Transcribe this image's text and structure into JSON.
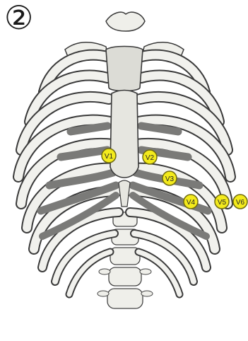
{
  "figure": {
    "number": "②"
  },
  "colors": {
    "background": "#ffffff",
    "bone": "#f1f1ed",
    "bone_outline": "#3a3a3a",
    "cartilage": "#7a7a78",
    "electrode_fill": "#f3ea1c",
    "electrode_stroke": "#6f6a10"
  },
  "electrodes": [
    {
      "label": "V1"
    },
    {
      "label": "V2"
    },
    {
      "label": "V3"
    },
    {
      "label": "V4"
    },
    {
      "label": "V5"
    },
    {
      "label": "V6"
    }
  ]
}
